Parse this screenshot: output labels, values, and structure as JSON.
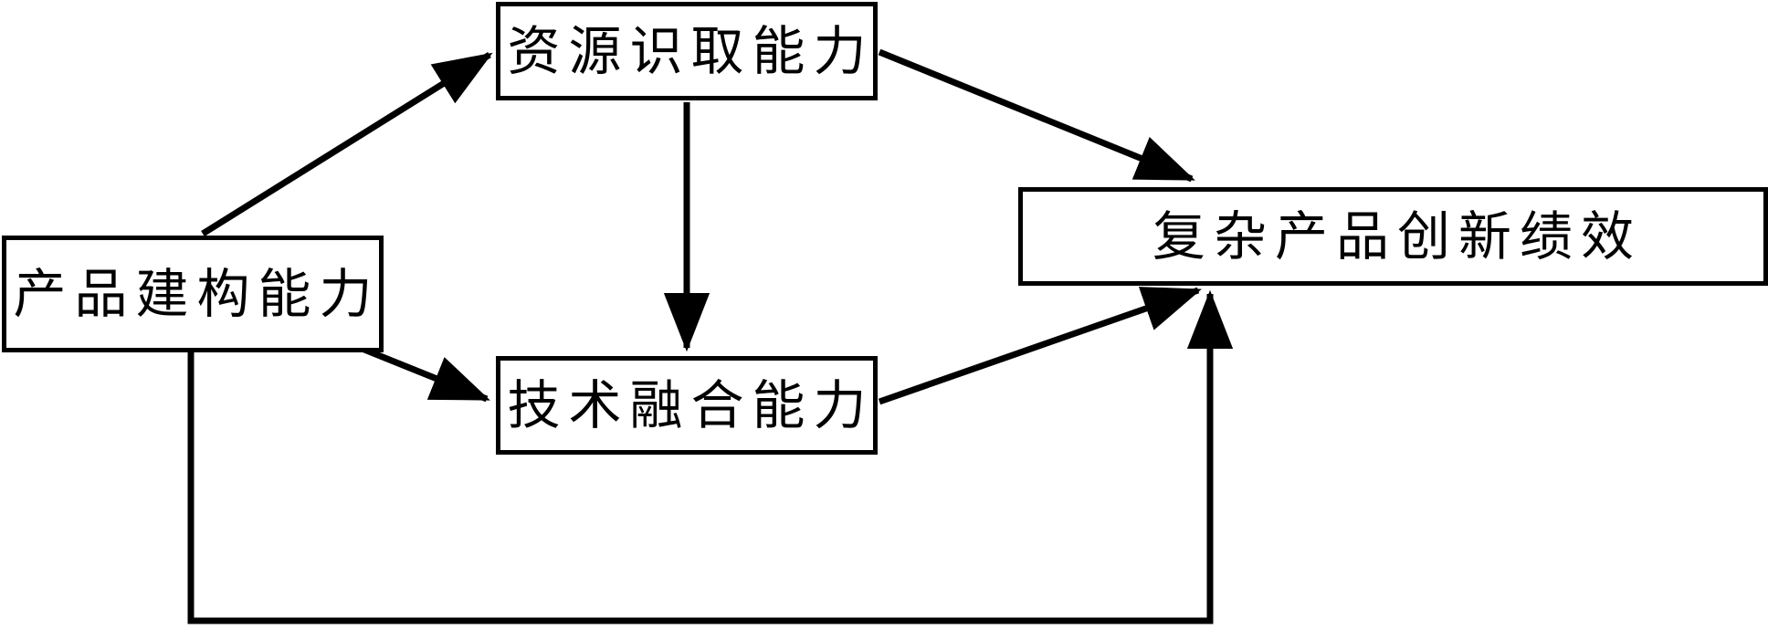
{
  "diagram": {
    "type": "flowchart",
    "title": "",
    "background_color": "#ffffff",
    "line_color": "#000000",
    "text_color": "#000000",
    "nodes": [
      {
        "id": "product",
        "label": "产品建构能力",
        "shape": "rectangle"
      },
      {
        "id": "resource",
        "label": "资源识取能力",
        "shape": "rectangle"
      },
      {
        "id": "tech",
        "label": "技术融合能力",
        "shape": "rectangle"
      },
      {
        "id": "perf",
        "label": "复杂产品创新绩效",
        "shape": "rectangle"
      }
    ],
    "edges": [
      {
        "id": "e1",
        "from": "product",
        "to": "resource",
        "style": "solid",
        "arrow": "single",
        "label": ""
      },
      {
        "id": "e2",
        "from": "resource",
        "to": "perf",
        "style": "solid",
        "arrow": "single",
        "label": ""
      },
      {
        "id": "e3",
        "from": "resource",
        "to": "tech",
        "style": "solid",
        "arrow": "single",
        "label": ""
      },
      {
        "id": "e4",
        "from": "product",
        "to": "tech",
        "style": "solid",
        "arrow": "single",
        "label": ""
      },
      {
        "id": "e5",
        "from": "tech",
        "to": "perf",
        "style": "solid",
        "arrow": "single",
        "label": ""
      },
      {
        "id": "e6",
        "from": "product",
        "to": "perf",
        "style": "solid",
        "arrow": "single",
        "label": "",
        "routing": "elbow-bottom"
      }
    ]
  }
}
